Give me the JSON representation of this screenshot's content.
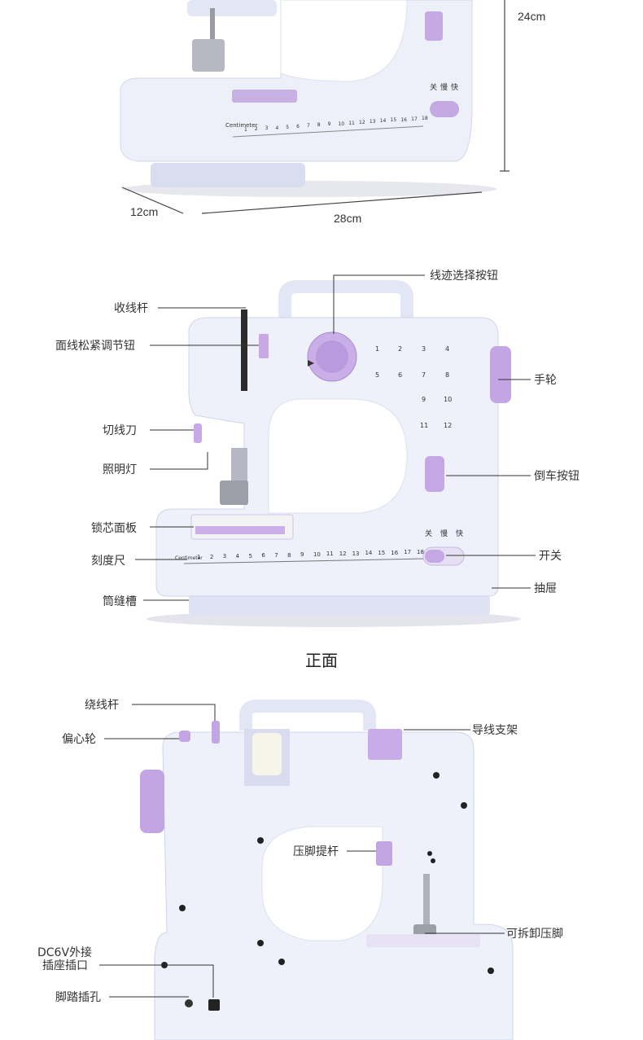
{
  "top_view": {
    "ruler_label": "Centimeter",
    "ruler_numbers": [
      "1",
      "2",
      "3",
      "4",
      "5",
      "6",
      "7",
      "8",
      "9",
      "10",
      "11",
      "12",
      "13",
      "14",
      "15",
      "16",
      "17",
      "18"
    ],
    "speed_labels": [
      "关",
      "慢",
      "快"
    ],
    "dim_height": "24cm",
    "dim_depth": "12cm",
    "dim_width": "28cm"
  },
  "front_view": {
    "caption": "正面",
    "labels": {
      "take_up_lever": "收线杆",
      "tension_knob": "面线松紧调节钮",
      "thread_cutter": "切线刀",
      "light": "照明灯",
      "needle_plate": "锁芯面板",
      "ruler": "刻度尺",
      "free_arm": "筒缝槽",
      "stitch_selector": "线迹选择按钮",
      "handwheel": "手轮",
      "reverse_button": "倒车按钮",
      "switch": "开关",
      "drawer": "抽屉"
    },
    "speed_labels": [
      "关",
      "慢",
      "快"
    ],
    "ruler_label": "Centimeter",
    "ruler_numbers": [
      "1",
      "2",
      "3",
      "4",
      "5",
      "6",
      "7",
      "8",
      "9",
      "10",
      "11",
      "12",
      "13",
      "14",
      "15",
      "16",
      "17",
      "18"
    ],
    "stitch_numbers": [
      "1",
      "2",
      "3",
      "4",
      "5",
      "6",
      "7",
      "8",
      "9",
      "10",
      "11",
      "12"
    ]
  },
  "back_view": {
    "labels": {
      "bobbin_winder": "绕线杆",
      "eccentric_wheel": "偏心轮",
      "thread_guide": "导线支架",
      "presser_lever": "压脚提杆",
      "presser_foot": "可拆卸压脚",
      "dc_jack_line1": "DC6V外接",
      "dc_jack_line2": "插座插口",
      "pedal_jack": "脚踏插孔"
    }
  },
  "colors": {
    "body": "#e9ecf7",
    "body_shade": "#c9cee6",
    "accent": "#b79ad8",
    "accent_dark": "#8e6bbd",
    "base": "#d7dbef"
  }
}
